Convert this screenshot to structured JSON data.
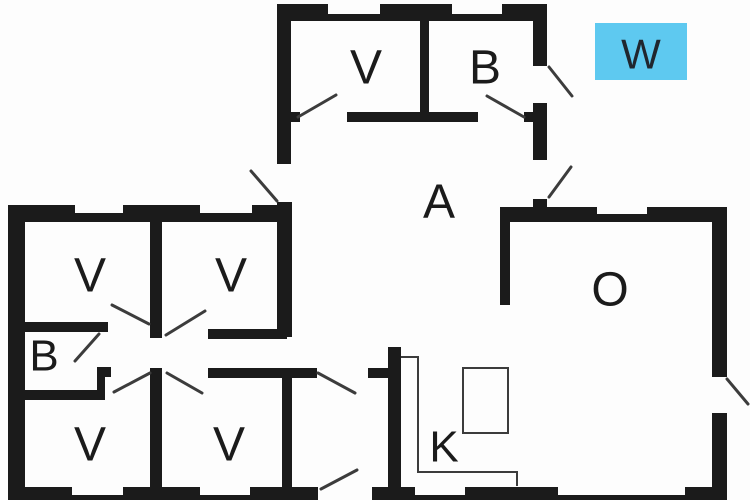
{
  "legend": {
    "label": "W"
  },
  "rooms": {
    "bedroom_north": "V",
    "bathroom_north": "B",
    "hall": "A",
    "living_room": "O",
    "kitchen": "K",
    "bedroom_nw": "V",
    "bedroom_ne": "V",
    "bathroom_west": "B",
    "bedroom_sw": "V",
    "bedroom_se": "V"
  },
  "colors": {
    "wall": "#1b1b1b",
    "background": "#fdfdfd",
    "legend_fill": "#5ec9f0",
    "legend_text": "#20262e",
    "line": "#3c3c3c",
    "label_text": "#1b1b1b"
  }
}
